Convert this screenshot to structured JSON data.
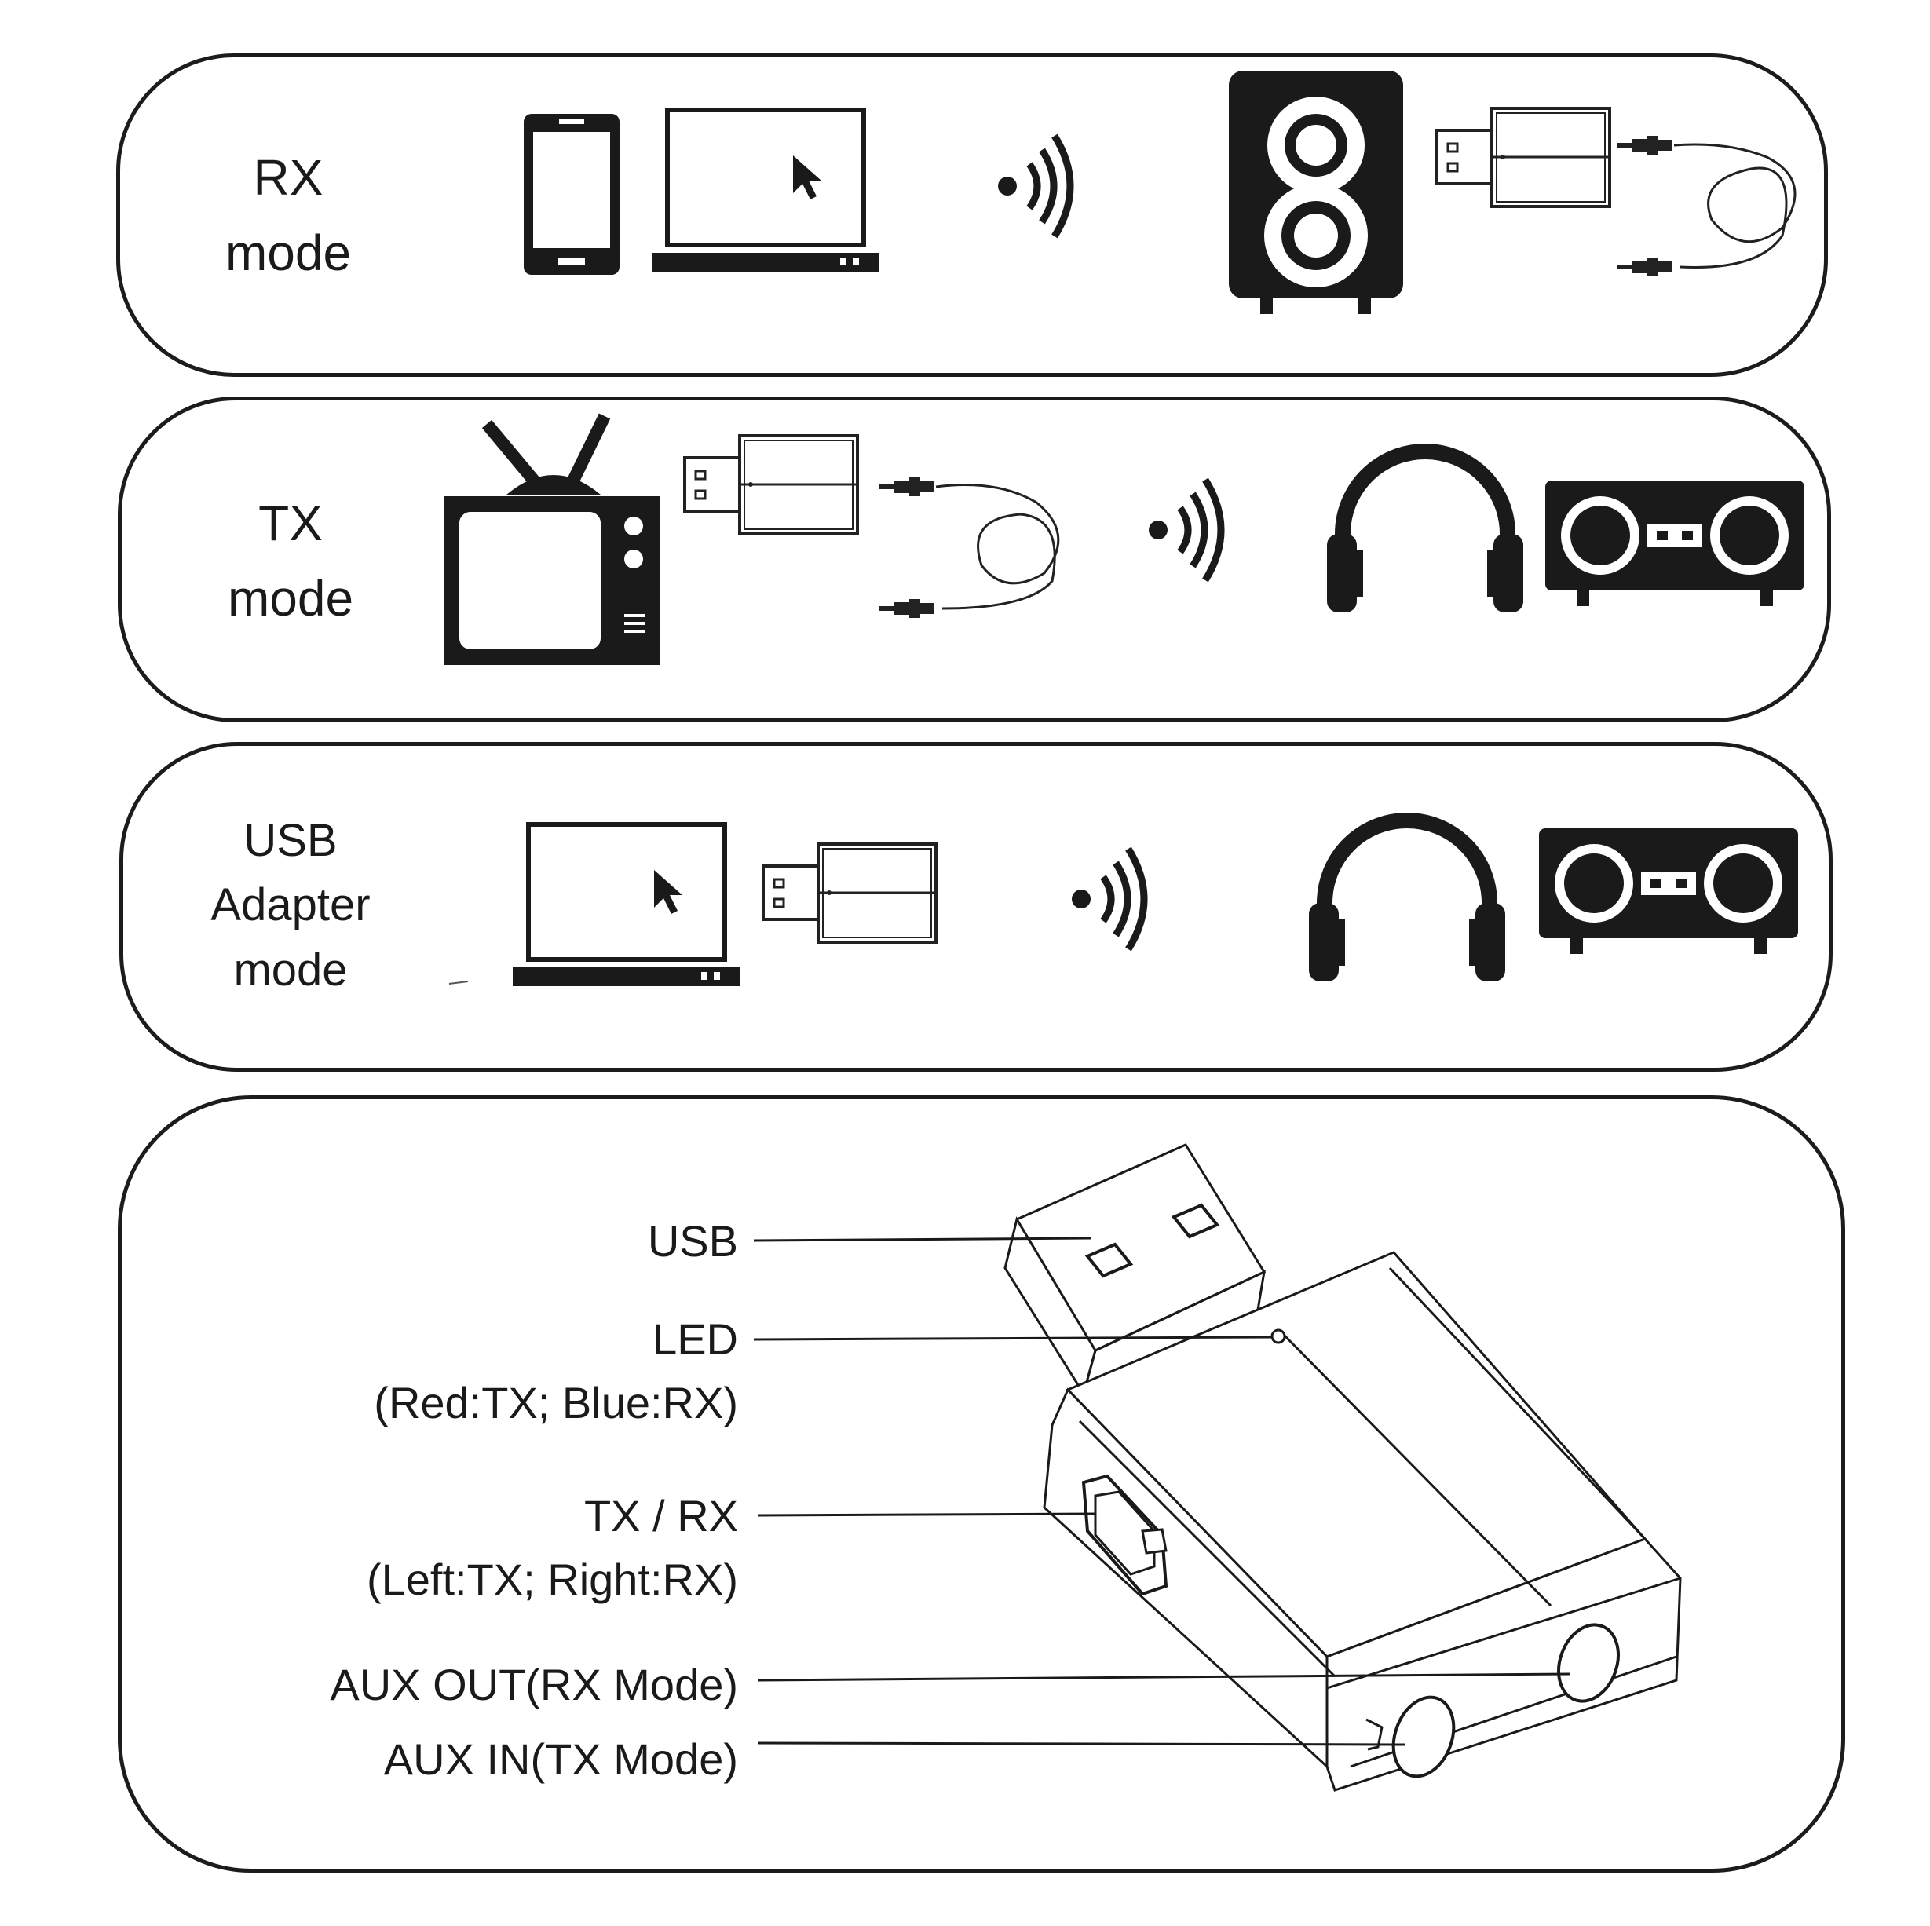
{
  "modes": [
    {
      "line1": "RX",
      "line2": "mode"
    },
    {
      "line1": "TX",
      "line2": "mode"
    },
    {
      "line1": "USB",
      "line2": "Adapter",
      "line3": "mode"
    }
  ],
  "callouts": {
    "usb": "USB",
    "led": "LED",
    "led_note": "(Red:TX; Blue:RX)",
    "switch": "TX / RX",
    "switch_note": "(Left:TX; Right:RX)",
    "aux_out": "AUX OUT(RX Mode)",
    "aux_in": "AUX IN(TX Mode)"
  },
  "icons": [
    "smartphone-icon",
    "laptop-icon",
    "wireless-signal-icon",
    "speaker-icon",
    "usb-dongle-icon",
    "aux-cable-icon",
    "tv-icon",
    "headphones-icon",
    "stereo-icon"
  ]
}
